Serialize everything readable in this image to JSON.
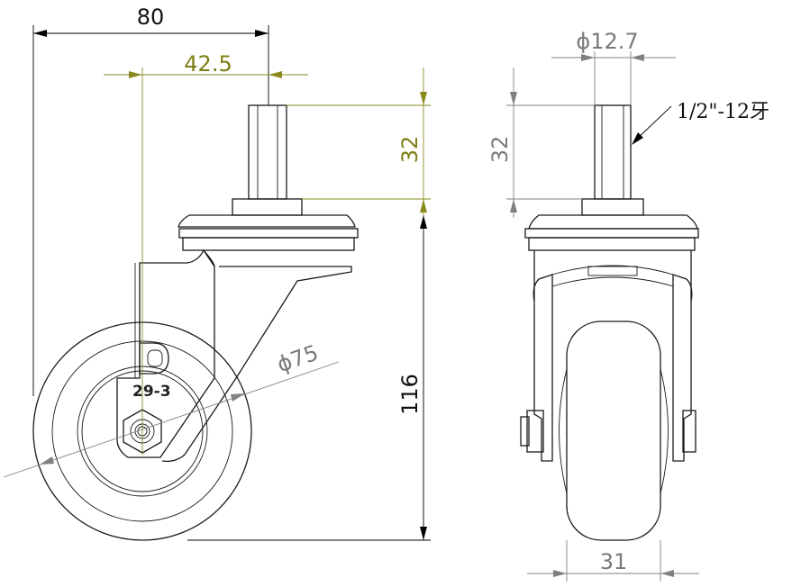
{
  "side_view": {
    "overall_width": "80",
    "axis_offset": "42.5",
    "stem_length": "32",
    "wheel_diameter": "ϕ75",
    "total_height": "116",
    "marking_code": "29-3"
  },
  "front_view": {
    "stem_diameter": "ϕ12.7",
    "stem_length": "32",
    "thread_spec": "1/2\"-12牙",
    "wheel_width": "31"
  },
  "colors": {
    "outline": "#1a1a1a",
    "dimension_gray": "#808080",
    "dimension_olive": "#8a8a1e",
    "dimension_black": "#000000"
  }
}
